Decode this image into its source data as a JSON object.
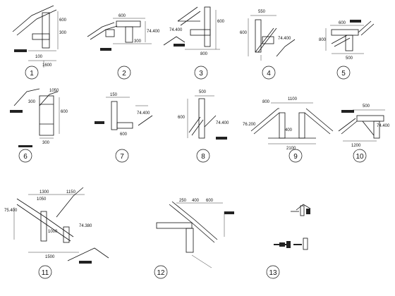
{
  "details": [
    {
      "id": "1",
      "dims": [
        "600",
        "300",
        "100",
        "1600"
      ]
    },
    {
      "id": "2",
      "dims": [
        "600",
        "300",
        "74.400"
      ]
    },
    {
      "id": "3",
      "dims": [
        "74.400",
        "600",
        "800"
      ]
    },
    {
      "id": "4",
      "dims": [
        "550",
        "74.400",
        "600"
      ]
    },
    {
      "id": "5",
      "dims": [
        "600",
        "800",
        "500"
      ]
    },
    {
      "id": "6",
      "dims": [
        "1050",
        "300",
        "600",
        "300"
      ]
    },
    {
      "id": "7",
      "dims": [
        "74.400",
        "150",
        "600"
      ]
    },
    {
      "id": "8",
      "dims": [
        "500",
        "74.400",
        "600"
      ]
    },
    {
      "id": "9",
      "dims": [
        "800",
        "1100",
        "400",
        "2100",
        "76.200"
      ]
    },
    {
      "id": "10",
      "dims": [
        "500",
        "74.400",
        "1200"
      ]
    },
    {
      "id": "11",
      "dims": [
        "1300",
        "1150",
        "1050",
        "75.400",
        "1000",
        "1500",
        "74.380"
      ]
    },
    {
      "id": "12",
      "dims": [
        "250",
        "400",
        "600"
      ]
    },
    {
      "id": "13",
      "dims": []
    }
  ],
  "colors": {
    "line": "#111111",
    "paper": "#ffffff"
  }
}
